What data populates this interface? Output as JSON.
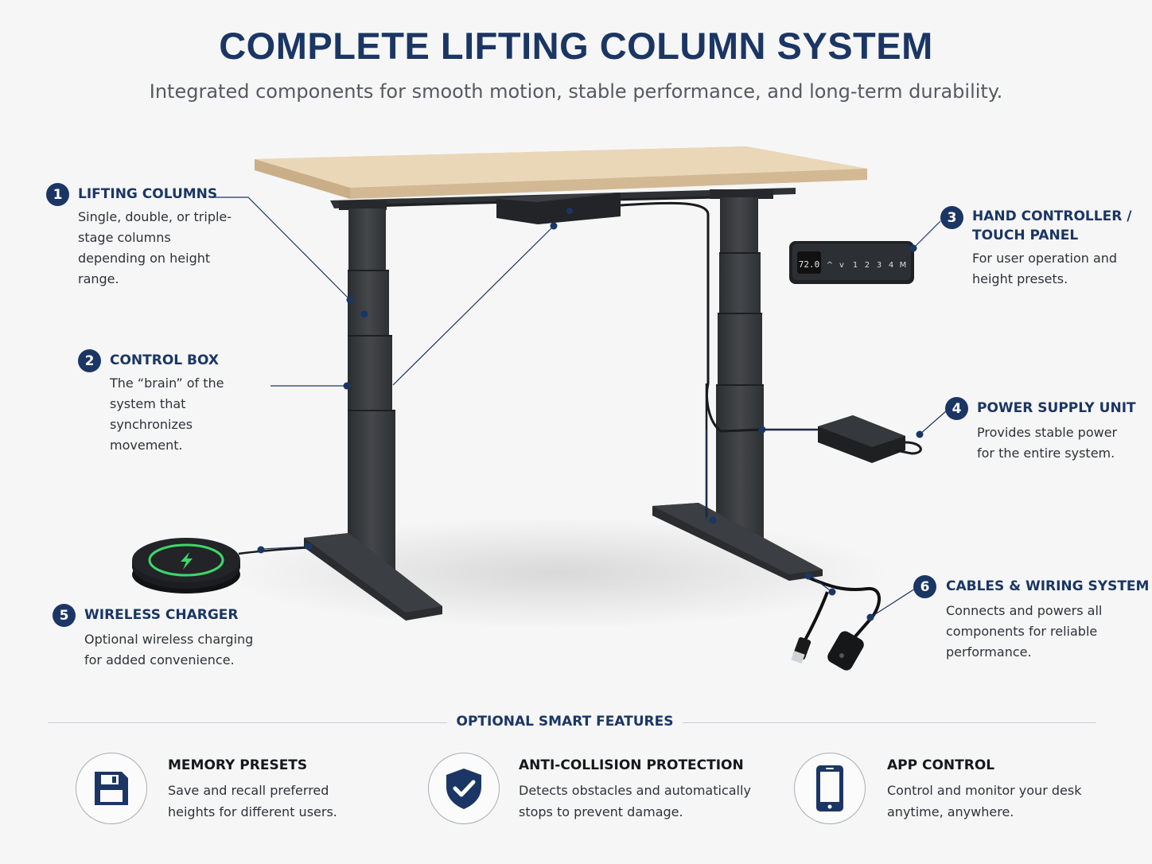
{
  "header": {
    "title": "COMPLETE LIFTING COLUMN SYSTEM",
    "subtitle": "Integrated components for smooth motion, stable performance, and long-term durability."
  },
  "colors": {
    "navy": "#1b3664",
    "desk_top": "#e4cfad",
    "frame": "#34373b",
    "charger_glow": "#3ed66a"
  },
  "hand_controller": {
    "display": "72.0",
    "buttons": [
      "^",
      "v",
      "1",
      "2",
      "3",
      "4",
      "M"
    ]
  },
  "callouts": [
    {
      "number": "1",
      "title": "LIFTING COLUMNS",
      "desc": "Single, double, or triple-stage columns depending on height range."
    },
    {
      "number": "2",
      "title": "CONTROL BOX",
      "desc": "The “brain” of the system that synchronizes movement."
    },
    {
      "number": "3",
      "title_line1": "HAND CONTROLLER /",
      "title_line2": "TOUCH PANEL",
      "desc": "For user operation and height presets."
    },
    {
      "number": "4",
      "title": "POWER SUPPLY UNIT",
      "desc": "Provides stable power for the entire system."
    },
    {
      "number": "5",
      "title": "WIRELESS CHARGER",
      "desc": "Optional wireless charging for added convenience."
    },
    {
      "number": "6",
      "title": "CABLES & WIRING SYSTEM",
      "desc": "Connects and powers all components for reliable performance."
    }
  ],
  "features": {
    "title": "OPTIONAL SMART FEATURES",
    "items": [
      {
        "icon": "floppy-disk-icon",
        "title": "MEMORY PRESETS",
        "desc": "Save and recall preferred heights for different users."
      },
      {
        "icon": "shield-check-icon",
        "title": "ANTI-COLLISION PROTECTION",
        "desc": "Detects obstacles and automatically stops to prevent damage."
      },
      {
        "icon": "smartphone-icon",
        "title": "APP CONTROL",
        "desc": "Control and monitor your desk anytime, anywhere."
      }
    ]
  }
}
